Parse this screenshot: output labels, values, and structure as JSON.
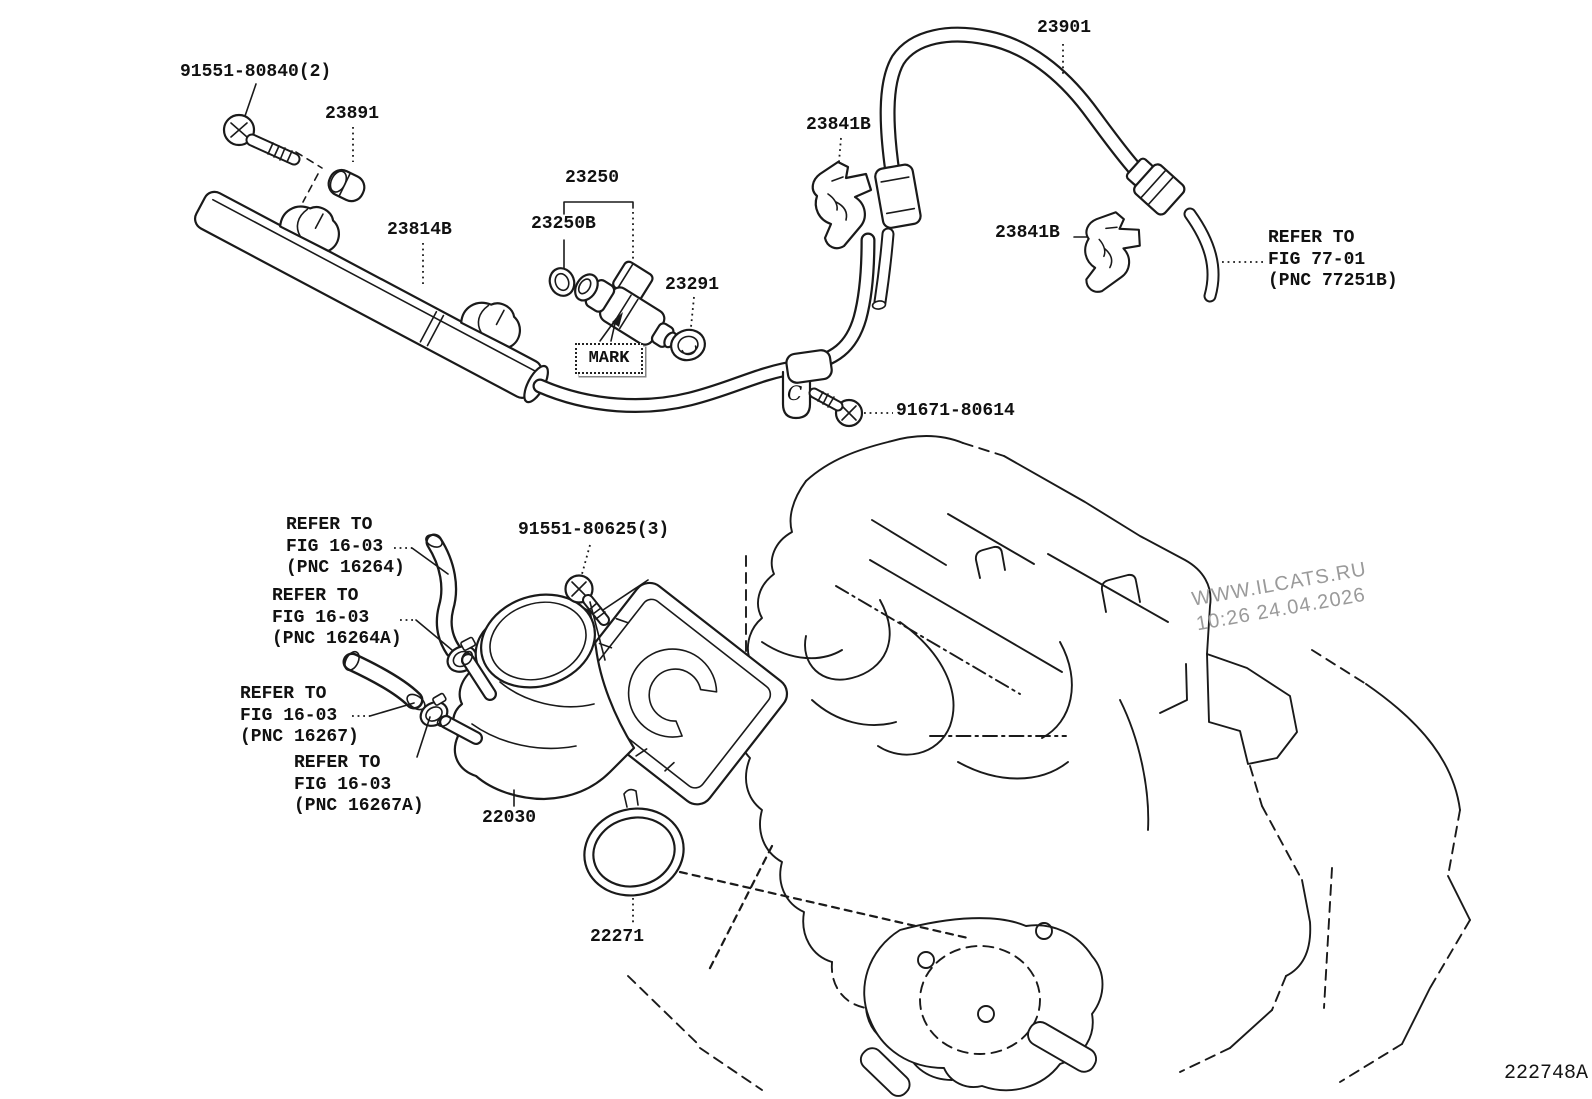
{
  "diagram": {
    "figure_code": "222748A",
    "watermark": {
      "site": "WWW.ILCATS.RU",
      "timestamp": "10:26 24.04.2026"
    },
    "callouts": {
      "rail_bolt": "91551-80840(2)",
      "spacer": "23891",
      "fuel_rail": "23814B",
      "injector": "23250",
      "injector_grommet": "23250B",
      "injector_seal": "23291",
      "mark_tag": "MARK",
      "tube_clamp_left": "23841B",
      "fuel_hose": "23901",
      "tube_clamp_right": "23841B",
      "pipe_bolt": "91671-80614",
      "throttle_bolt": "91551-80625(3)",
      "throttle_body": "22030",
      "throttle_gasket": "22271",
      "c_mark": "C"
    },
    "references": {
      "fig_77_01": {
        "line1": "REFER TO",
        "line2": "FIG 77-01",
        "line3": "(PNC 77251B)"
      },
      "fig_16_03_16264": {
        "line1": "REFER TO",
        "line2": "FIG 16-03",
        "line3": "(PNC 16264)"
      },
      "fig_16_03_16264a": {
        "line1": "REFER TO",
        "line2": "FIG 16-03",
        "line3": "(PNC 16264A)"
      },
      "fig_16_03_16267": {
        "line1": "REFER TO",
        "line2": "FIG 16-03",
        "line3": "(PNC 16267)"
      },
      "fig_16_03_16267a": {
        "line1": "REFER TO",
        "line2": "FIG 16-03",
        "line3": "(PNC 16267A)"
      }
    }
  }
}
